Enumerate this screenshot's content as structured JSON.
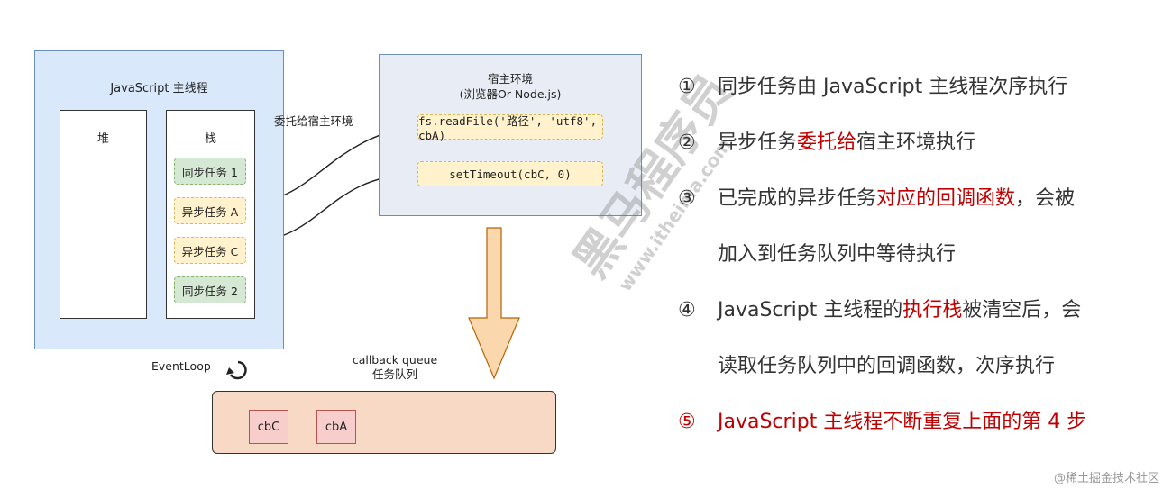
{
  "diagram": {
    "main_thread_title": "JavaScript 主线程",
    "heap_title": "堆",
    "stack_title": "栈",
    "stack_tasks": [
      "同步任务 1",
      "异步任务 A",
      "异步任务 C",
      "同步任务 2"
    ],
    "delegate_label": "委托给宿主环境",
    "host_title_line1": "宿主环境",
    "host_title_line2": "(浏览器Or Node.js)",
    "api_1": "fs.readFile('路径', 'utf8', cbA)",
    "api_2": "setTimeout(cbC, 0)",
    "eventloop_label": "EventLoop",
    "queue_label_line1": "callback queue",
    "queue_label_line2": "任务队列",
    "queue_items": [
      "cbC",
      "cbA"
    ]
  },
  "steps": {
    "s1": {
      "num": "①",
      "text": "同步任务由 JavaScript 主线程次序执行"
    },
    "s2": {
      "num": "②",
      "text_a": "异步任务",
      "highlight": "委托给",
      "text_b": "宿主环境执行"
    },
    "s3": {
      "num": "③",
      "text_a": "已完成的异步任务",
      "highlight": "对应的回调函数",
      "text_b": "，会被",
      "line2": "加入到任务队列中等待执行"
    },
    "s4": {
      "num": "④",
      "text_a": "JavaScript 主线程的",
      "highlight": "执行栈",
      "text_b": "被清空后，会",
      "line2": "读取任务队列中的回调函数，次序执行"
    },
    "s5": {
      "num": "⑤",
      "text": "JavaScript 主线程不断重复上面的第 4 步"
    }
  },
  "watermark": {
    "brand": "黑马程序员",
    "url": "www.itheima.com"
  },
  "footer": "@稀土掘金技术社区"
}
